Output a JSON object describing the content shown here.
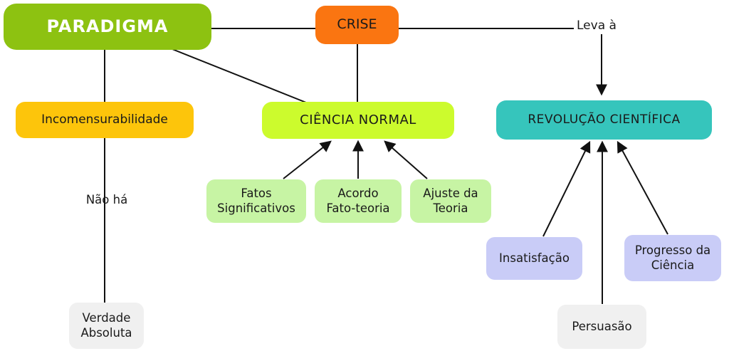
{
  "canvas": {
    "background": "#ffffff",
    "edge_color": "#111111"
  },
  "nodes": {
    "paradigma": {
      "label": "PARADIGMA",
      "fill": "#8dc211",
      "text_color": "#ffffff"
    },
    "crise": {
      "label": "CRISE",
      "fill": "#fa7511",
      "text_color": "#1a1a1a"
    },
    "incomensurabilidade": {
      "label": "Incomensurabilidade",
      "fill": "#fdc50b",
      "text_color": "#1a1a1a"
    },
    "ciencia_normal": {
      "label": "CIÊNCIA NORMAL",
      "fill": "#ccfb2d",
      "text_color": "#1a1a1a"
    },
    "revolucao_cientifica": {
      "label": "REVOLUÇÃO CIENTÍFICA",
      "fill": "#36c5bc",
      "text_color": "#1a1a1a"
    },
    "fatos_significativos": {
      "label": "Fatos\nSignificativos",
      "fill": "#c7f4a4",
      "text_color": "#1a1a1a"
    },
    "acordo_fato_teoria": {
      "label": "Acordo\nFato-teoria",
      "fill": "#c7f4a4",
      "text_color": "#1a1a1a"
    },
    "ajuste_da_teoria": {
      "label": "Ajuste da\nTeoria",
      "fill": "#c7f4a4",
      "text_color": "#1a1a1a"
    },
    "insatisfacao": {
      "label": "Insatisfação",
      "fill": "#c9ccf7",
      "text_color": "#1a1a1a"
    },
    "progresso_da_ciencia": {
      "label": "Progresso da\nCiência",
      "fill": "#c9ccf7",
      "text_color": "#1a1a1a"
    },
    "persuasao": {
      "label": "Persuasão",
      "fill": "#f0f0f0",
      "text_color": "#1a1a1a"
    },
    "verdade_absoluta": {
      "label": "Verdade\nAbsoluta",
      "fill": "#f0f0f0",
      "text_color": "#1a1a1a"
    }
  },
  "edge_labels": {
    "leva_a": "Leva à",
    "nao_ha": "Não há"
  },
  "edges": [
    {
      "from": "PARADIGMA",
      "to": "CRISE",
      "style": "line"
    },
    {
      "from": "CRISE",
      "to": "REVOLUÇÃO CIENTÍFICA",
      "style": "arrow",
      "label": "Leva à"
    },
    {
      "from": "PARADIGMA",
      "to": "Incomensurabilidade",
      "style": "line"
    },
    {
      "from": "Incomensurabilidade",
      "to": "Verdade Absoluta",
      "style": "line",
      "label": "Não há"
    },
    {
      "from": "PARADIGMA",
      "to": "CIÊNCIA NORMAL",
      "style": "line"
    },
    {
      "from": "CRISE",
      "to": "CIÊNCIA NORMAL",
      "style": "line"
    },
    {
      "from": "Fatos Significativos",
      "to": "CIÊNCIA NORMAL",
      "style": "arrow"
    },
    {
      "from": "Acordo Fato-teoria",
      "to": "CIÊNCIA NORMAL",
      "style": "arrow"
    },
    {
      "from": "Ajuste da Teoria",
      "to": "CIÊNCIA NORMAL",
      "style": "arrow"
    },
    {
      "from": "Insatisfação",
      "to": "REVOLUÇÃO CIENTÍFICA",
      "style": "arrow"
    },
    {
      "from": "Persuasão",
      "to": "REVOLUÇÃO CIENTÍFICA",
      "style": "arrow"
    },
    {
      "from": "Progresso da Ciência",
      "to": "REVOLUÇÃO CIENTÍFICA",
      "style": "arrow"
    }
  ]
}
